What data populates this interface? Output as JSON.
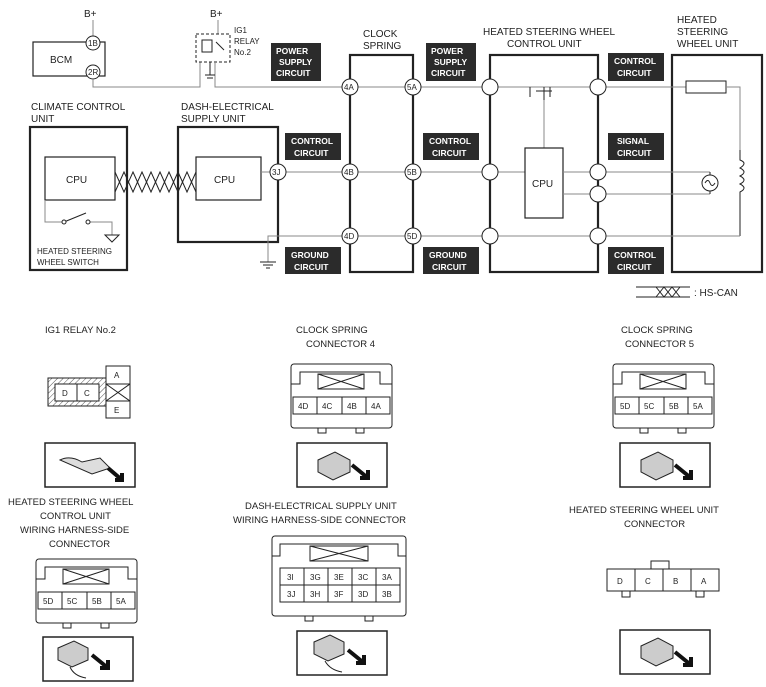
{
  "wiring": {
    "b_plus_1": "B+",
    "b_plus_2": "B+",
    "bcm": "BCM",
    "bcm_pin_1": "1B",
    "bcm_pin_2": "2R",
    "relay_label": [
      "IG1",
      "RELAY",
      "No.2"
    ],
    "clock_spring": [
      "CLOCK",
      "SPRING"
    ],
    "hswcu_title": "HEATED STEERING WHEEL",
    "hswcu_title2": "CONTROL UNIT",
    "hsw_unit": [
      "HEATED",
      "STEERING",
      "WHEEL UNIT"
    ],
    "climate": [
      "CLIMATE CONTROL",
      "UNIT"
    ],
    "dash_supply": [
      "DASH-ELECTRICAL",
      "SUPPLY UNIT"
    ],
    "cpu": "CPU",
    "hsw_switch": [
      "HEATED STEERING",
      "WHEEL SWITCH"
    ],
    "pins": {
      "p4a": "4A",
      "p5a": "5A",
      "p3j": "3J",
      "p4b": "4B",
      "p5b": "5B",
      "p4d": "4D",
      "p5d": "5D"
    },
    "tags": {
      "power1": [
        "POWER",
        "SUPPLY",
        "CIRCUIT"
      ],
      "power2": [
        "POWER",
        "SUPPLY",
        "CIRCUIT"
      ],
      "control_top": [
        "CONTROL",
        "CIRCUIT"
      ],
      "control_mid1": [
        "CONTROL",
        "CIRCUIT"
      ],
      "control_mid2": [
        "CONTROL",
        "CIRCUIT"
      ],
      "signal": [
        "SIGNAL",
        "CIRCUIT"
      ],
      "ground1": [
        "GROUND",
        "CIRCUIT"
      ],
      "ground2": [
        "GROUND",
        "CIRCUIT"
      ],
      "control_bottom": [
        "CONTROL",
        "CIRCUIT"
      ]
    },
    "legend": ": HS-CAN"
  },
  "connectors": {
    "ig1_relay": {
      "title": "IG1 RELAY No.2",
      "pins": [
        "D",
        "C",
        "A",
        "E"
      ]
    },
    "cs4": {
      "title": [
        "CLOCK SPRING",
        "CONNECTOR 4"
      ],
      "pins": [
        "4D",
        "4C",
        "4B",
        "4A"
      ]
    },
    "cs5": {
      "title": [
        "CLOCK SPRING",
        "CONNECTOR 5"
      ],
      "pins": [
        "5D",
        "5C",
        "5B",
        "5A"
      ]
    },
    "hswcu": {
      "title": [
        "HEATED STEERING WHEEL",
        "CONTROL UNIT",
        "WIRING HARNESS-SIDE",
        "CONNECTOR"
      ],
      "pins": [
        "5D",
        "5C",
        "5B",
        "5A"
      ]
    },
    "dash": {
      "title": [
        "DASH-ELECTRICAL SUPPLY UNIT",
        "WIRING HARNESS-SIDE CONNECTOR"
      ],
      "row1": [
        "3I",
        "3G",
        "3E",
        "3C",
        "3A"
      ],
      "row2": [
        "3J",
        "3H",
        "3F",
        "3D",
        "3B"
      ]
    },
    "hswu": {
      "title": [
        "HEATED STEERING WHEEL UNIT",
        "CONNECTOR"
      ],
      "pins": [
        "D",
        "C",
        "B",
        "A"
      ]
    }
  }
}
